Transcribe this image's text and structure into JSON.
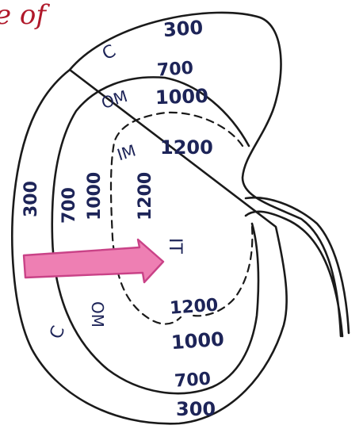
{
  "heading_fragment": "e of",
  "zones": {
    "cortex_top": "C",
    "cortex_bottom": "C",
    "outer_medulla_top": "OM",
    "outer_medulla_bottom": "OM",
    "inner_medulla": "IM",
    "papilla_tip": "IT"
  },
  "osmolality_values": {
    "top_300": "300",
    "top_700": "700",
    "top_1000": "1000",
    "top_1200": "1200",
    "left_300": "300",
    "left_700": "700",
    "left_1000": "1000",
    "left_1200": "1200",
    "bottom_1200": "1200",
    "bottom_1000": "1000",
    "bottom_700": "700",
    "bottom_300": "300"
  },
  "colors": {
    "arrow_fill": "#ee7fb3",
    "arrow_stroke": "#c94287",
    "ink": "#1d2458",
    "heading_ink": "#b0182a"
  }
}
